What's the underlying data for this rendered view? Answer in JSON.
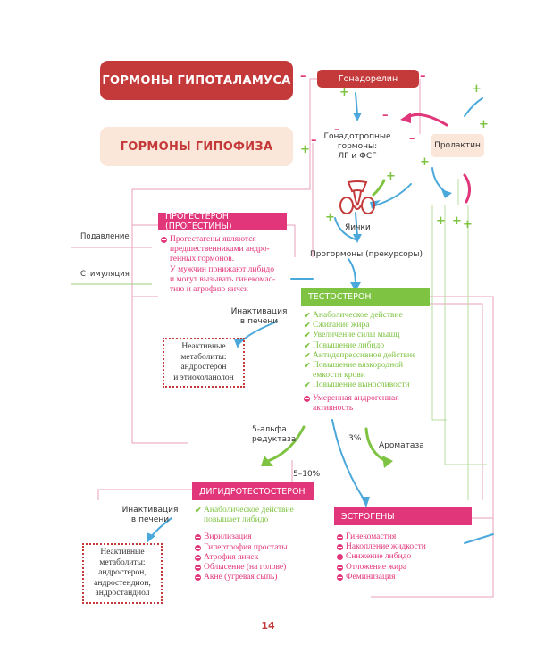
{
  "headers": {
    "hypothalamus": "ГОРМОНЫ ГИПОТАЛАМУСА",
    "pituitary": "ГОРМОНЫ ГИПОФИЗА"
  },
  "nodes": {
    "gonadorelin": "Гонадорелин",
    "gonadotropins": [
      "Гонадотропные",
      "гормоны:",
      "ЛГ и ФСГ"
    ],
    "prolactin": "Пролактин",
    "testes": "Яички",
    "prohormones": "Прогормоны (прекурсоры)"
  },
  "legend": {
    "suppression": "Подавление",
    "stimulation": "Стимуляция"
  },
  "progesterone": {
    "title": "ПРОГЕСТЕРОН (ПРОГЕСТИНЫ)",
    "lines": [
      "Прогестагены являются",
      "предшественниками андро-",
      "генных гормонов.",
      "У мужчин понижают либидо",
      "и могут вызывать гинекомас-",
      "тию и атрофию яичек"
    ]
  },
  "testosterone": {
    "title": "ТЕСТОСТЕРОН",
    "positive": [
      "Анаболическое действие",
      "Сжигание жира",
      "Увеличение силы мышц",
      "Повышение либидо",
      "Антидепрессивное действие",
      "Повышение вязкородной",
      "емкости крови",
      "Повышение выносливости"
    ],
    "negative": [
      "Умеренная андрогенная",
      "активность"
    ]
  },
  "liver1": {
    "label": [
      "Инактивация",
      "в печени"
    ]
  },
  "metabolites1": [
    "Неактивные",
    "метаболиты:",
    "андростерон",
    "и этиохоланолон"
  ],
  "conversion": {
    "reductase": [
      "5-альфа",
      "редуктаза"
    ],
    "aromatase": "Ароматаза",
    "pct_dht": "5–10%",
    "pct_estrogen": "3%"
  },
  "dht": {
    "title": "ДИГИДРОТЕСТОСТЕРОН",
    "positive": [
      "Анаболическое действие",
      "повышает либидо"
    ],
    "negative": [
      "Вирилизация",
      "Гипертрофия простаты",
      "Атрофия яичек",
      "Облысение (на голове)",
      "Акне (угревая сыпь)"
    ]
  },
  "liver2": {
    "label": [
      "Инактивация",
      "в печени"
    ]
  },
  "metabolites2": [
    "Неактивные",
    "метаболиты:",
    "андростерон,",
    "андростендион,",
    "андростандиол"
  ],
  "estrogens": {
    "title": "ЭСТРОГЕНЫ",
    "effects": [
      "Гинекомастия",
      "Накопление жидкости",
      "Снижение либидо",
      "Отложение жира",
      "Феминизация"
    ]
  },
  "signs": {
    "minus": "–",
    "plus": "+"
  },
  "page_number": "14",
  "colors": {
    "crimson": "#c43a3a",
    "pink": "#e2367a",
    "green": "#7fc342",
    "blue": "#4aa8db",
    "peach": "#fbe6da"
  }
}
